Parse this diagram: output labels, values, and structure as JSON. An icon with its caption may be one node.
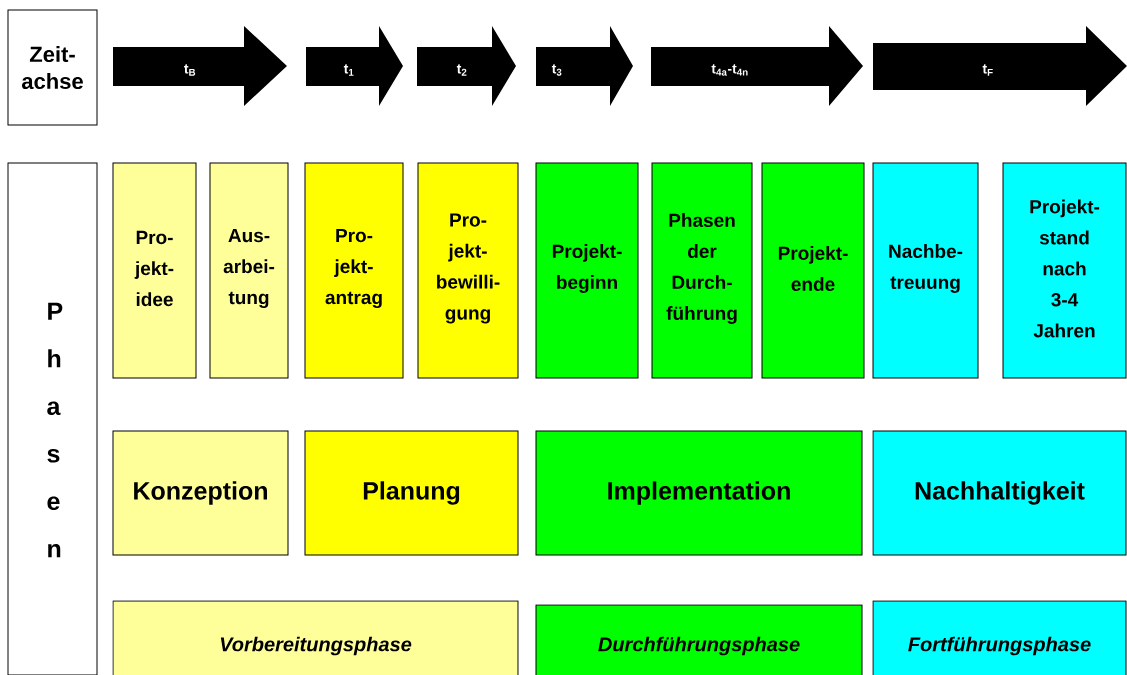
{
  "diagram": {
    "nodes": [
      {
        "text": [
          "Zeit- achse"
        ]
      },
      {
        "text": [
          "t$_{B}$"
        ]
      },
      {
        "text": [
          "t$_{1}$"
        ]
      },
      {
        "text": [
          "t$_{2}$"
        ]
      },
      {
        "text": [
          "t$_{3}$"
        ]
      },
      {
        "text": [
          "t$_{4a}$-t$_{4n}$"
        ]
      },
      {
        "text": [
          "t$_{F}$"
        ]
      },
      {
        "text": [
          "Phasen"
        ]
      },
      {
        "text": [
          "Pro- jekt- idee"
        ]
      },
      {
        "text": [
          "Aus- arbei- tung"
        ]
      },
      {
        "text": [
          "Pro- jekt- antrag"
        ]
      },
      {
        "text": [
          "Pro- jekt- bewilli- gung"
        ]
      },
      {
        "text": [
          "Projekt- beginn"
        ]
      },
      {
        "text": [
          "Phasen der Durch- führung"
        ]
      },
      {
        "text": [
          "Projekt- ende"
        ]
      },
      {
        "text": [
          "Nachbe- treuung"
        ]
      },
      {
        "text": [
          "Projekt- stand nach 3-4 Jahren"
        ]
      },
      {
        "text": [
          "Konzeption"
        ]
      },
      {
        "text": [
          "Planung"
        ]
      },
      {
        "text": [
          "Implementation"
        ]
      },
      {
        "text": [
          "Nachhaltigkeit"
        ]
      },
      {
        "text": [
          "Vorbereitungsphase"
        ]
      },
      {
        "text": [
          "Durchführungsphase"
        ]
      },
      {
        "text": [
          "Fortführungsphase"
        ]
      }
    ]
  }
}
